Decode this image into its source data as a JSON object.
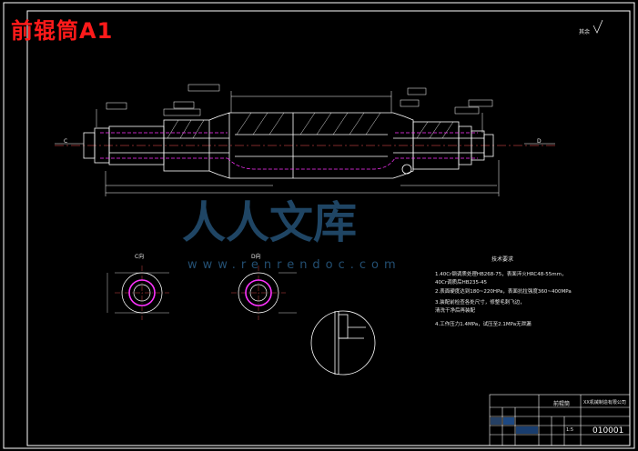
{
  "title": "前辊筒A1",
  "watermark": {
    "brand": "人人文库",
    "url": "www.renrendoc.com"
  },
  "labels": {
    "top_right_mark": "其余",
    "section_c": "C向",
    "section_d": "D向",
    "left_letter": "C",
    "right_letter": "D"
  },
  "tech_requirements": {
    "heading": "技术要求",
    "lines": [
      "1.40Cr钢调质处理HB268-75，表面淬火HRC48-55mm，",
      "  40Cr调质后HB235-45",
      "2.表面硬度达到180~220HPa，表面抗拉强度360~400MPa",
      "3.装配前检查各处尺寸，修整毛刺飞边，",
      "  清洗干净后再装配",
      "4.工作压力1.4MPa，试压至2.1MPa无泄漏"
    ]
  },
  "title_block": {
    "part_name": "前辊筒",
    "company": "XX机械制造有限公司",
    "drawing_no": "010001",
    "scale": "1:5"
  },
  "colors": {
    "background": "#000000",
    "line": "#ffffff",
    "hidden": "#ff33ff",
    "title": "#ff1a1a",
    "watermark": "#2a5d86"
  }
}
